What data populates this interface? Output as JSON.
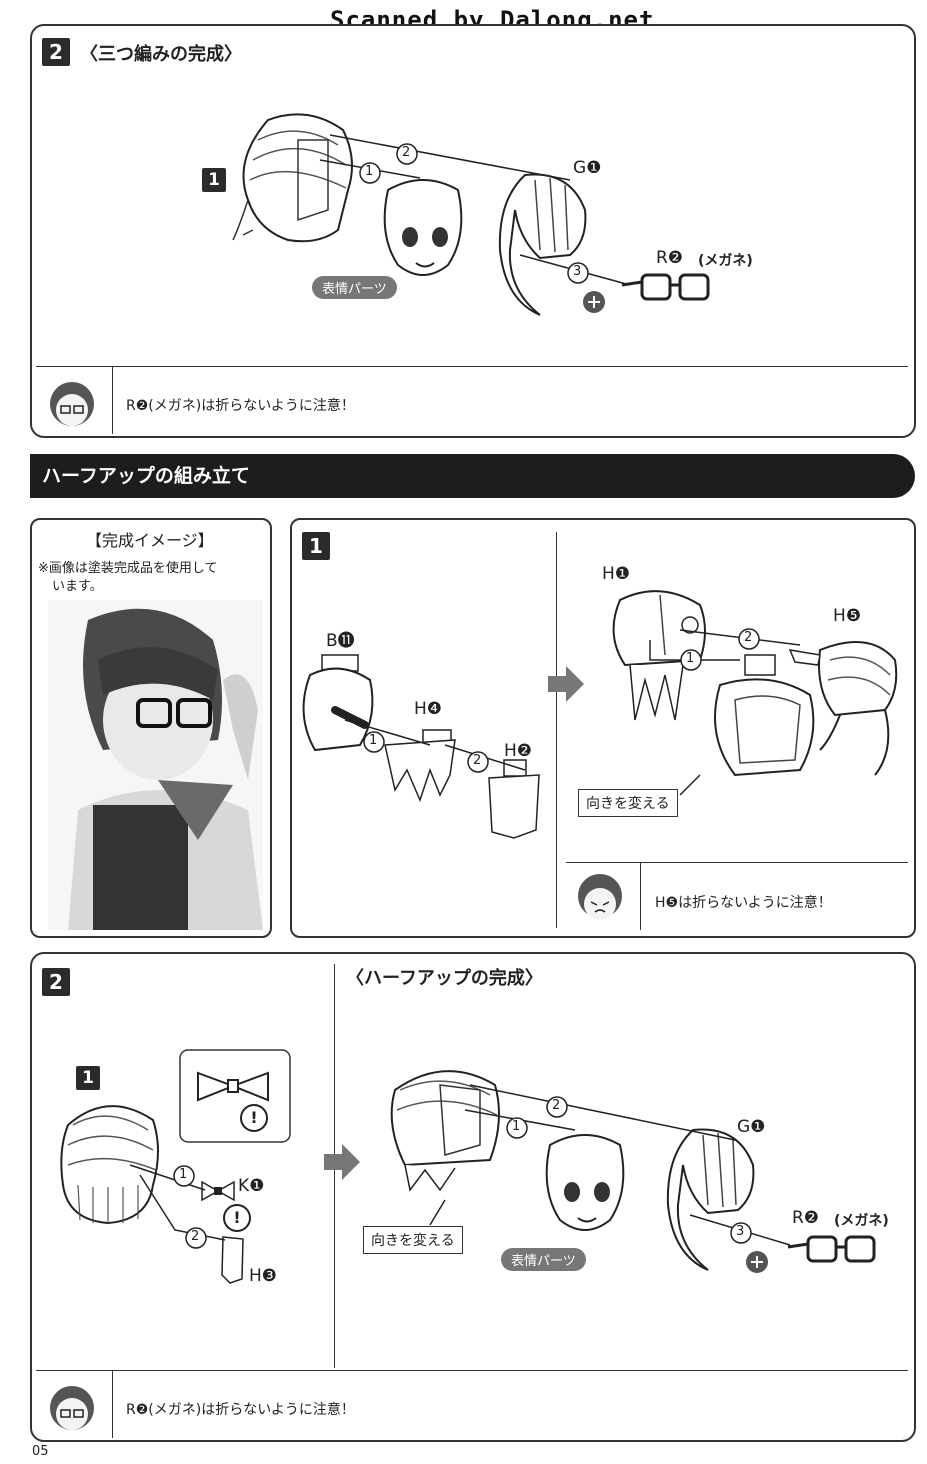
{
  "scan_watermark": "Scanned by Dalong.net",
  "step2_top": {
    "number": "2",
    "title": "〈三つ編みの完成〉",
    "subnumber": "1",
    "labels": {
      "g1": "G❶",
      "r2": "R❷",
      "r2_note": "(メガネ)",
      "face": "表情パーツ",
      "n1": "1",
      "n2": "2",
      "n3": "3"
    },
    "caution": "R❷(メガネ)は折らないように注意！"
  },
  "halfup_banner": "ハーフアップの組み立て",
  "image_panel": {
    "title": "【完成イメージ】",
    "note_line1": "※画像は塗装完成品を使用して",
    "note_line2": "います。"
  },
  "step1": {
    "number": "1",
    "labels": {
      "b11": "B⓫",
      "h4": "H❹",
      "h2": "H❷",
      "h1": "H❶",
      "h5": "H❺",
      "turn": "向きを変える",
      "n1": "1",
      "n2": "2"
    },
    "caution": "H❺は折らないように注意！"
  },
  "step2_bottom": {
    "number": "2",
    "title": "〈ハーフアップの完成〉",
    "subnumber": "1",
    "labels": {
      "k1": "K❶",
      "h3": "H❸",
      "g1": "G❶",
      "r2": "R❷",
      "r2_note": "(メガネ)",
      "face": "表情パーツ",
      "turn": "向きを変える",
      "warn": "!",
      "n1": "1",
      "n2": "2",
      "n3": "3"
    },
    "caution": "R❷(メガネ)は折らないように注意！"
  },
  "page_number": "05"
}
